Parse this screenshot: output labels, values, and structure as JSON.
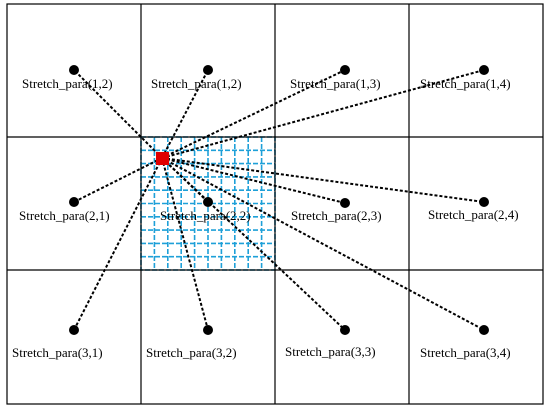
{
  "colors": {
    "grid": "#000000",
    "subgrid": "#1ea0d8",
    "center": "#e00000",
    "line": "#000000",
    "dot": "#000000"
  },
  "labels": [
    {
      "id": "1-1",
      "text": "Stretch_para(1,2)"
    },
    {
      "id": "1-2",
      "text": "Stretch_para(1,2)"
    },
    {
      "id": "1-3",
      "text": "Stretch_para(1,3)"
    },
    {
      "id": "1-4",
      "text": "Stretch_para(1,4)"
    },
    {
      "id": "2-1",
      "text": "Stretch_para(2,1)"
    },
    {
      "id": "2-2",
      "text": "Stretch_para(2,2)"
    },
    {
      "id": "2-3",
      "text": "Stretch_para(2,3)"
    },
    {
      "id": "2-4",
      "text": "Stretch_para(2,4)"
    },
    {
      "id": "3-1",
      "text": "Stretch_para(3,1)"
    },
    {
      "id": "3-2",
      "text": "Stretch_para(3,2)"
    },
    {
      "id": "3-3",
      "text": "Stretch_para(3,3)"
    },
    {
      "id": "3-4",
      "text": "Stretch_para(3,4)"
    }
  ]
}
